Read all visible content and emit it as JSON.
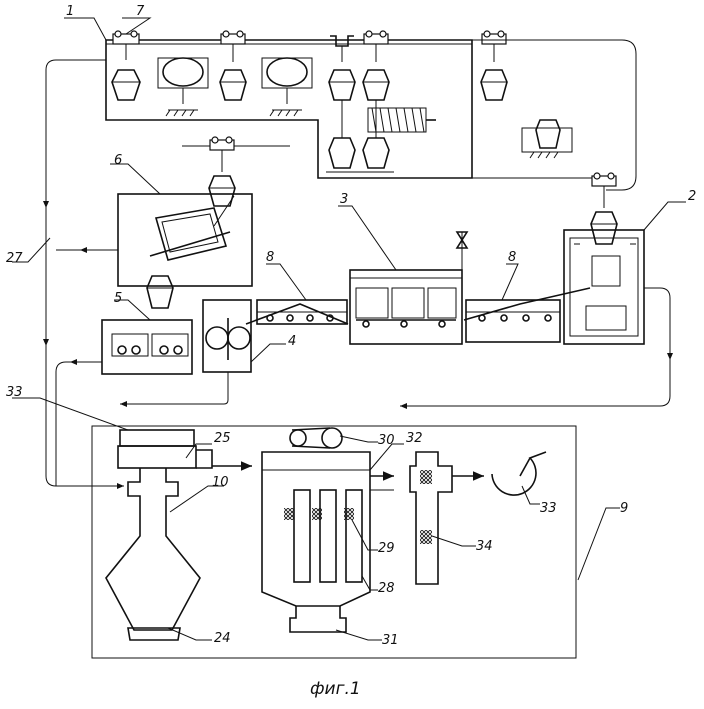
{
  "caption": "фиг.1",
  "labels": {
    "l1": "1",
    "l2": "2",
    "l3": "3",
    "l4": "4",
    "l5": "5",
    "l6": "6",
    "l7": "7",
    "l8a": "8",
    "l8b": "8",
    "l9": "9",
    "l10": "10",
    "l24": "24",
    "l25": "25",
    "l27": "27",
    "l28": "28",
    "l29": "29",
    "l30": "30",
    "l31": "31",
    "l32": "32",
    "l33a": "33",
    "l33b": "33",
    "l34": "34"
  },
  "colors": {
    "ink": "#111111",
    "paper": "#ffffff"
  }
}
